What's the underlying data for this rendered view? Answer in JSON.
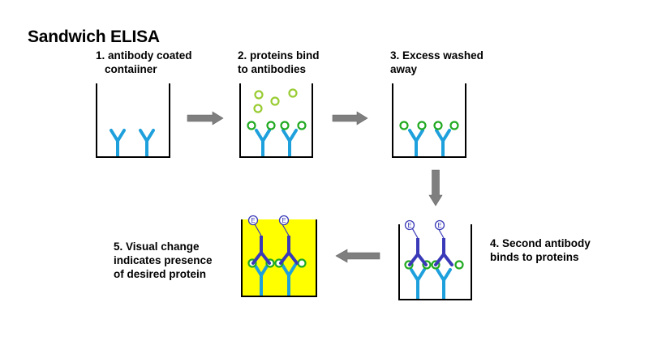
{
  "title": "Sandwich ELISA",
  "steps": [
    {
      "line1": "1. antibody coated",
      "line2": "contaiiner"
    },
    {
      "line1": "2. proteins bind",
      "line2": "to antibodies"
    },
    {
      "line1": "3. Excess washed",
      "line2": "away"
    },
    {
      "line1": "4. Second antibody",
      "line2": "binds to proteins"
    },
    {
      "line1": "5. Visual change",
      "line2": "indicates presence",
      "line3": "of desired protein"
    }
  ],
  "enzyme_label": "E",
  "colors": {
    "capture_antibody": "#1ea0dc",
    "detection_antibody": "#3a3ab8",
    "protein": "#22aa22",
    "unbound_protein": "#99cc33",
    "result_fill": "#ffff00",
    "arrow": "#7f7f7f"
  }
}
